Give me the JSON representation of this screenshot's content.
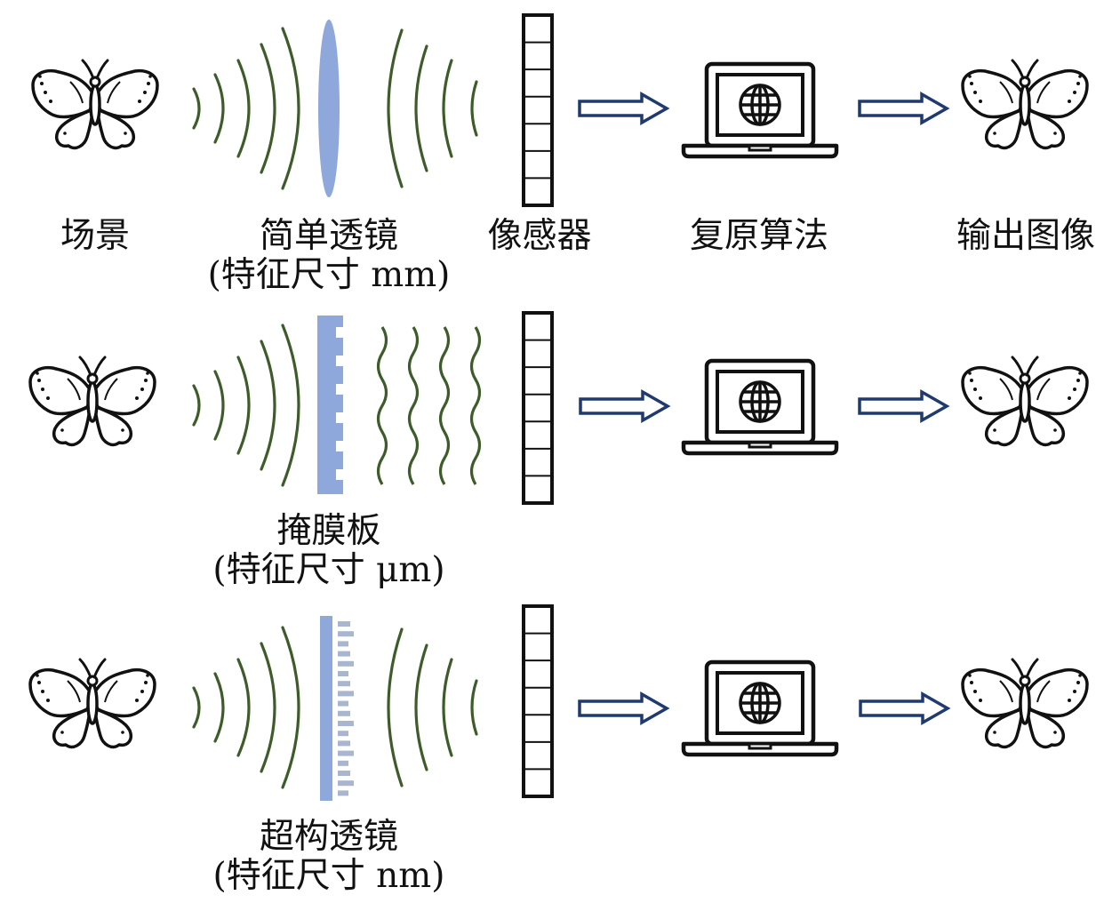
{
  "colors": {
    "wave": "#3d5c2a",
    "optic": "#8fa8dc",
    "meta_pillar": "#a9b6cf",
    "arrow": "#1f3a6e",
    "ink": "#111111"
  },
  "icons": [
    "butterfly-icon",
    "laptop-globe-icon",
    "hollow-arrow-icon",
    "sensor-array-icon"
  ],
  "labels": {
    "scene": "场景",
    "sensor": "像感器",
    "algorithm": "复原算法",
    "output": "输出图像"
  },
  "rows": [
    {
      "optic": "simple-lens",
      "name": "简单透镜",
      "feature": "(特征尺寸 mm)"
    },
    {
      "optic": "mask",
      "name": "掩膜板",
      "feature": "(特征尺寸 μm)"
    },
    {
      "optic": "metalens",
      "name": "超构透镜",
      "feature": "(特征尺寸 nm)"
    }
  ]
}
